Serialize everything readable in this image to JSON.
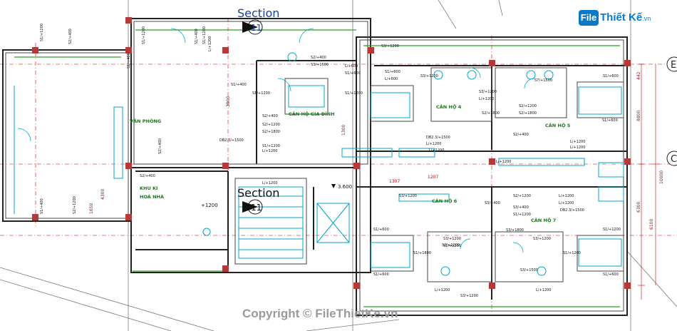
{
  "brand": {
    "logo_box": "File",
    "logo_name": "Thiết Kế",
    "logo_domain": ".vn",
    "accent": "#0a79c8"
  },
  "copyright": "Copyright © FileThietKe.vn",
  "sections": [
    {
      "title": "Section",
      "number": "11"
    },
    {
      "title": "Section",
      "number": "11"
    }
  ],
  "grid": [
    "E",
    "C"
  ],
  "rooms": {
    "van_phong": "VĂN PHÒNG",
    "khu_ki_hoa_nha": [
      "KHU KI",
      "HOÁ NHÀ"
    ],
    "can_ho_gia_dinh": "CĂN HỘ GIA ĐÌNH",
    "can_ho_4_top": "CĂN HỘ 4",
    "can_ho_5": "CĂN HỘ 5",
    "can_ho_6": "CĂN HỘ 6",
    "can_ho_7": "CĂN HỘ 7"
  },
  "level": "3.600",
  "plus_1200": "+1200",
  "tags": [
    "S1/+1200",
    "S2/+400",
    "S1/+1200",
    "S1/+400",
    "S1/+1200",
    "L/+1200",
    "S1/+400",
    "S3/+1200",
    "S3/+1500",
    "S2/+400",
    "L/+600",
    "S1/+600",
    "S1/+1200",
    "S2/+1200",
    "S2/+1800",
    "DB2.3/+1500",
    "S1/+1200",
    "S2/+400",
    "L/+1200",
    "S1/+400",
    "S1/+600",
    "S1/+1200",
    "S3/+1200",
    "S7/+1500",
    "L/+600",
    "S1/+600",
    "S2/+1200",
    "S2/+1800",
    "S2/+400",
    "L/+1200",
    "DB2.3/+1500",
    "L/+1200",
    "L/+1200",
    "S1/+600",
    "S3/+1200",
    "L/+1200",
    "S3/+400",
    "S2/+1200",
    "S1/+1200",
    "S3/+400",
    "L/+1200",
    "DB2.3/+1500",
    "S1/+600",
    "S3/+1200",
    "S1/+1200",
    "S3/+1200",
    "S1/+1800",
    "S3/+1800",
    "S1/+1200",
    "L/+1200",
    "S1/+600",
    "S1/+600",
    "S3/+1200",
    "S3/+1500",
    "S1/+1200",
    "L/+1200",
    "S3/+1200",
    "S2/+1200",
    "S2/+400",
    "S2/+400",
    "S1/+400",
    "S2/+1200",
    "L/+1200",
    "L/+1200",
    "L/+1200",
    "L/+1200",
    "S2/+1800"
  ],
  "dims": [
    "442",
    "8800",
    "10000",
    "6300",
    "6100",
    "1307",
    "1207",
    "1650",
    "4300",
    "3900",
    "1300"
  ]
}
